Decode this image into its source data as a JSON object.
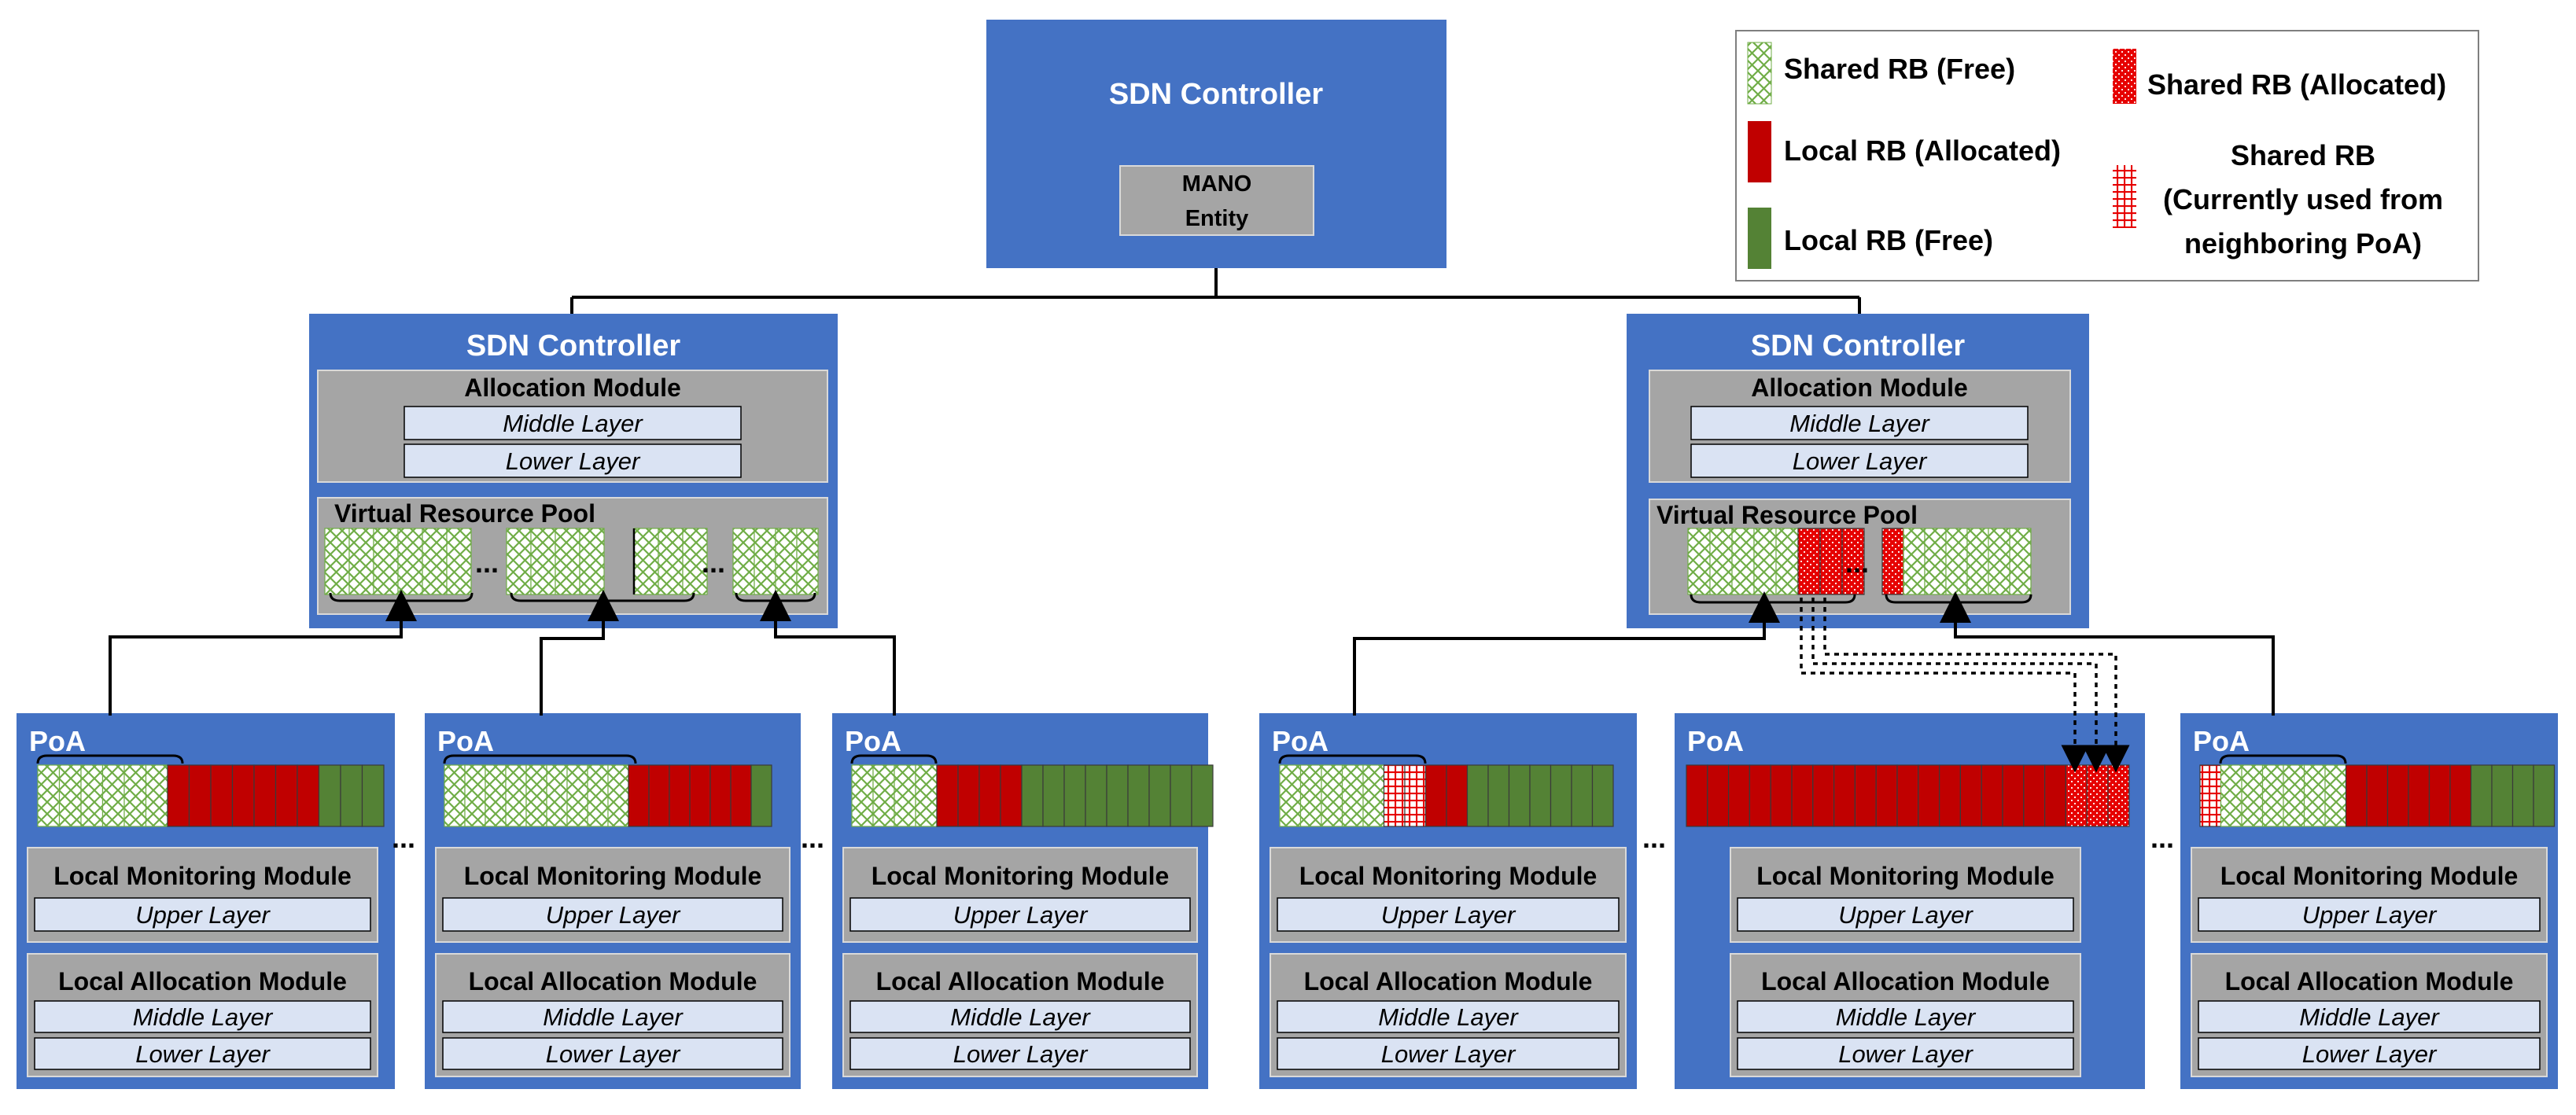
{
  "colors": {
    "blue": "#4472c4",
    "grey": "#a5a5a5",
    "layer_fill": "#dae3f3",
    "local_allocated": "#c00000",
    "local_free": "#548235",
    "shared_free_line": "#70ad47",
    "shared_allocated": "#e60000"
  },
  "top": {
    "title": "SDN Controller",
    "mano_line1": "MANO",
    "mano_line2": "Entity"
  },
  "legend": {
    "shared_free": "Shared RB (Free)",
    "local_allocated": "Local RB (Allocated)",
    "local_free": "Local RB (Free)",
    "shared_allocated": "Shared RB (Allocated)",
    "neighbor_line1": "Shared RB",
    "neighbor_line2": "(Currently used from",
    "neighbor_line3": "neighboring PoA)"
  },
  "labels": {
    "sdn_controller": "SDN Controller",
    "allocation_module": "Allocation Module",
    "middle_layer": "Middle Layer",
    "lower_layer": "Lower Layer",
    "upper_layer": "Upper Layer",
    "virtual_resource_pool": "Virtual Resource Pool",
    "poa": "PoA",
    "local_monitoring_module": "Local Monitoring Module",
    "local_allocation_module": "Local Allocation Module",
    "ellipsis": "..."
  },
  "pools": [
    {
      "groups": [
        "6F",
        "4F|3F",
        "4F"
      ]
    },
    {
      "groups": [
        "5F+3A",
        "1A+6F"
      ]
    }
  ],
  "poas": [
    {
      "blocks": "6F,7L,3G"
    },
    {
      "blocks": "9F,6L,1G"
    },
    {
      "blocks": "4F,4L,9G"
    },
    {
      "blocks": "5F,2N,2L,7G"
    },
    {
      "blocks": "18L,3A"
    },
    {
      "blocks": "1N,6F,6L,4G"
    }
  ]
}
